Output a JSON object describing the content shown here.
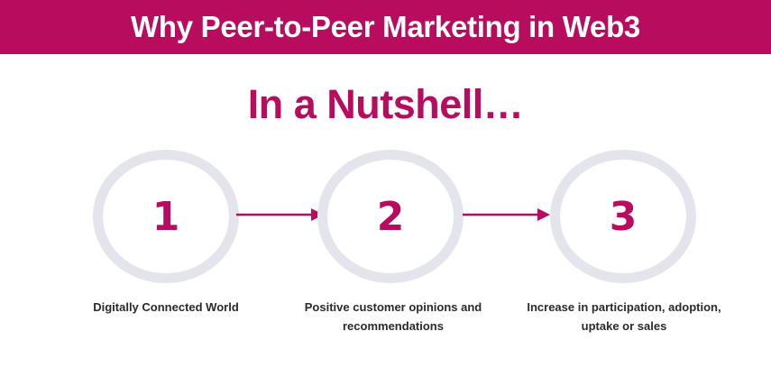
{
  "header": {
    "title": "Why Peer-to-Peer Marketing in Web3"
  },
  "subtitle": "In a Nutshell…",
  "steps": [
    {
      "number": "1",
      "label": "Digitally Connected World"
    },
    {
      "number": "2",
      "label": "Positive customer opinions and recommendations"
    },
    {
      "number": "3",
      "label": "Increase in participation, adoption, uptake or sales"
    }
  ],
  "colors": {
    "accent": "#b80d5e",
    "ring": "#e4e5ec",
    "label_text": "#2a2a2a"
  }
}
